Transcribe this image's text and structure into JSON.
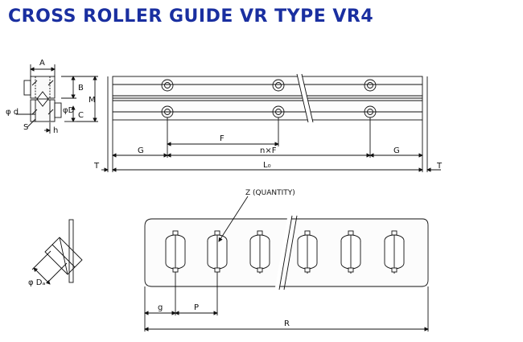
{
  "title": "CROSS ROLLER GUIDE VR TYPE VR4",
  "labels": {
    "A": "A",
    "B": "B",
    "M": "M",
    "C": "C",
    "phi_d": "φ d",
    "phi_D": "φD",
    "S": "S",
    "h": "h",
    "F": "F",
    "nF": "n×F",
    "G_left": "G",
    "G_right": "G",
    "T_left": "T",
    "T_right": "T",
    "L0": "L₀",
    "Z": "Z (QUANTITY)",
    "phi_Da": "φ Dₐ",
    "g": "g",
    "P": "P",
    "R": "R"
  }
}
